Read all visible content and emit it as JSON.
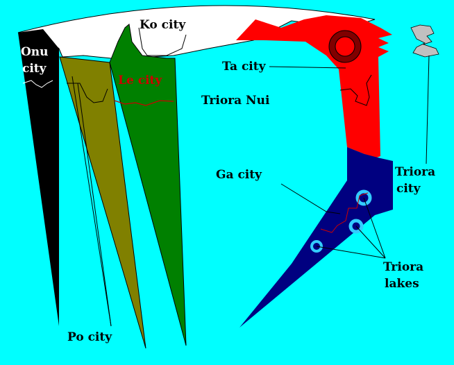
{
  "map": {
    "colors": {
      "sea": "#00ffff",
      "ko_region": "#ffffff",
      "onu_region": "#000000",
      "po_region": "#808000",
      "le_region": "#008000",
      "ta_region": "#ff0000",
      "ga_region": "#000080",
      "lake_ring": "#33ccff",
      "volcano": "#800000",
      "smoke": "#c0c0c0",
      "le_label": "#cc0000"
    },
    "labels": {
      "onu_city": [
        "Onu",
        "city"
      ],
      "ko_city": "Ko city",
      "le_city": "Le city",
      "ta_city": "Ta city",
      "triora_nui": "Triora Nui",
      "ga_city": "Ga city",
      "triora_city": [
        "Triora",
        "city"
      ],
      "po_city": "Po city",
      "triora_lakes": [
        "Triora",
        "lakes"
      ]
    }
  }
}
